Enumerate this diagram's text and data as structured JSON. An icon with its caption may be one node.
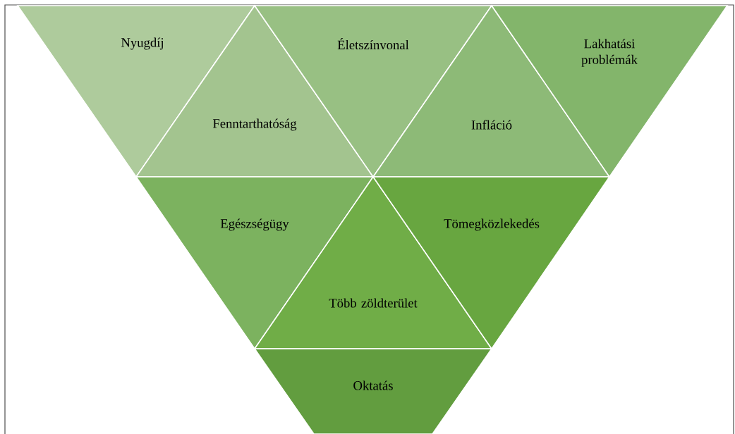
{
  "diagram": {
    "nodes": [
      {
        "text": [
          "Nyugdíj"
        ]
      },
      {
        "text": [
          "Fenntarthatóság"
        ]
      },
      {
        "text": [
          "Életszínvonal"
        ]
      },
      {
        "text": [
          "Infláció"
        ]
      },
      {
        "text": [
          "Lakhatási problémák"
        ]
      },
      {
        "text": [
          "Egészségügy"
        ]
      },
      {
        "text": [
          "Több zöldterület"
        ]
      },
      {
        "text": [
          "Tömegközlekedés"
        ]
      },
      {
        "text": [
          "Oktatás"
        ]
      }
    ]
  }
}
